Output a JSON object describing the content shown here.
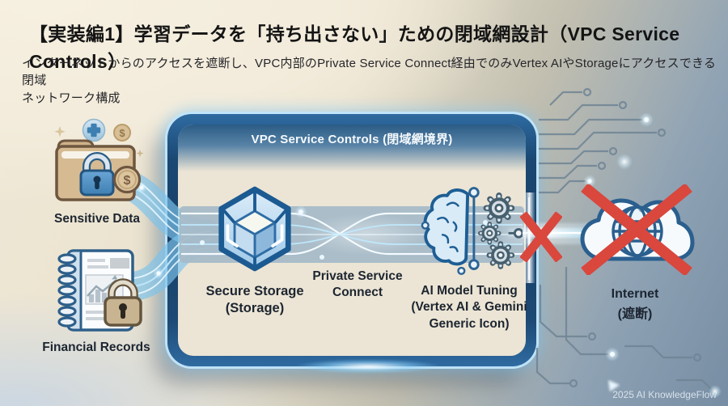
{
  "slide": {
    "title": "【実装編1】学習データを「持ち出さない」ための閉域網設計（VPC Service Controls）",
    "subtitle_lines": [
      "インターネットからのアクセスを遮断し、VPC内部のPrivate Service Connect経由でのみVertex AIやStorageにアクセスできる閉域",
      "ネットワーク構成"
    ],
    "footer": "2025 AI KnowledgeFlow"
  },
  "diagram": {
    "vpc_boundary_label": "VPC Service Controls (閉域網境界)",
    "sources": [
      {
        "label": "Sensitive Data",
        "icon": "locked-folder-icon"
      },
      {
        "label": "Financial Records",
        "icon": "financial-notebook-icon"
      }
    ],
    "vpc_nodes": [
      {
        "label_lines": [
          "Secure Storage",
          "(Storage)"
        ],
        "icon": "storage-cube-icon"
      },
      {
        "label_lines": [
          "Private Service",
          "Connect"
        ],
        "icon": "braided-connection"
      },
      {
        "label_lines": [
          "AI Model Tuning",
          "(Vertex AI & Gemini",
          "Generic Icon)"
        ],
        "icon": "brain-gears-icon"
      }
    ],
    "external": {
      "label_lines": [
        "Internet",
        "(遮断)"
      ],
      "icon": "cloud-globe-icon",
      "status": "blocked"
    },
    "glyphs": {
      "dollar": "$"
    },
    "colors": {
      "blocked_red": "#d9473d",
      "vpc_border_navy": "#173f66",
      "accent_blue": "#7dc3eb",
      "background_cream": "#f2ebd9",
      "background_slate": "#7a8fa4"
    }
  }
}
